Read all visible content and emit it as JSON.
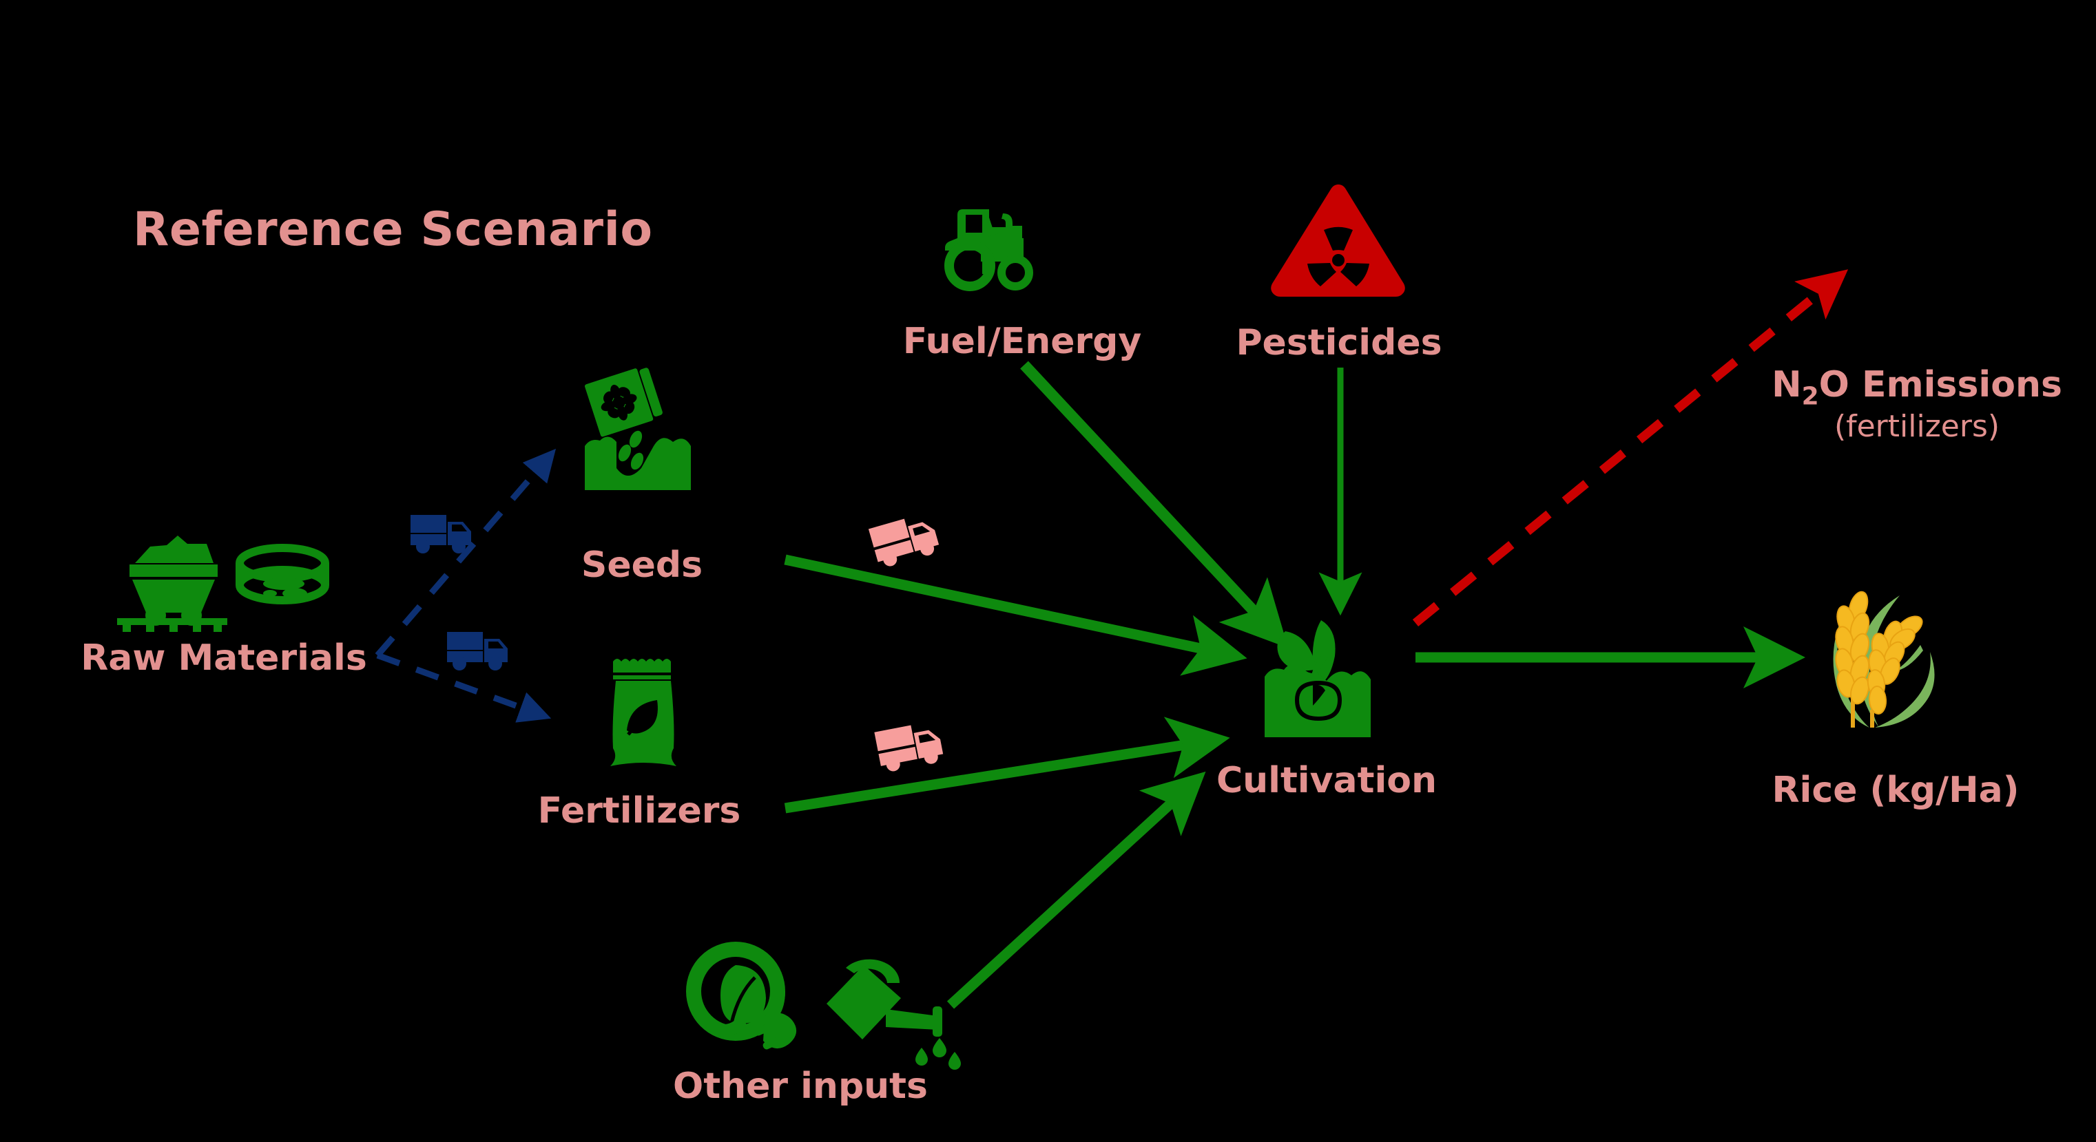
{
  "title": "Reference Scenario",
  "colors": {
    "background": "#000000",
    "label_pink": "#E2918F",
    "icon_green": "#0E8A0E",
    "arrow_green": "#0E8A0E",
    "arrow_blue": "#0D3072",
    "arrow_red": "#CC0000",
    "truck_pink": "#F79E9C",
    "pesticide_red": "#C80000",
    "rice_gold": "#F5B921",
    "rice_leaf_green": "#7AB55C"
  },
  "nodes": [
    {
      "id": "raw-materials",
      "label": "Raw Materials",
      "icon": "mining-cart-and-quarry-icon"
    },
    {
      "id": "seeds",
      "label": "Seeds",
      "icon": "seed-packet-sowing-icon"
    },
    {
      "id": "fertilizers",
      "label": "Fertilizers",
      "icon": "fertilizer-bag-icon"
    },
    {
      "id": "fuel-energy",
      "label": "Fuel/Energy",
      "icon": "tractor-icon"
    },
    {
      "id": "pesticides",
      "label": "Pesticides",
      "icon": "hazard-radiation-triangle-icon"
    },
    {
      "id": "cultivation",
      "label": "Cultivation",
      "icon": "seedling-in-soil-icon"
    },
    {
      "id": "other-inputs",
      "label": "Other inputs",
      "icon": "eco-plug-and-watering-can-icon"
    },
    {
      "id": "rice-output",
      "label": "Rice (kg/Ha)",
      "icon": "rice-stalks-icon"
    },
    {
      "id": "n2o-emissions",
      "label": "N2O Emissions",
      "label_main": "N",
      "label_sub": "2",
      "label_rest": "O Emissions",
      "label_sub_note": "(fertilizers)",
      "icon": "none"
    }
  ],
  "transport_icons": [
    {
      "id": "truck-blue-upper",
      "name": "truck-icon",
      "color": "#0D3072"
    },
    {
      "id": "truck-blue-lower",
      "name": "truck-icon",
      "color": "#0D3072"
    },
    {
      "id": "truck-pink-upper",
      "name": "truck-icon",
      "color": "#F79E9C"
    },
    {
      "id": "truck-pink-lower",
      "name": "truck-icon",
      "color": "#F79E9C"
    }
  ],
  "edges": [
    {
      "from": "raw-materials",
      "to": "seeds",
      "style": "dashed",
      "color": "#0D3072"
    },
    {
      "from": "raw-materials",
      "to": "fertilizers",
      "style": "dashed",
      "color": "#0D3072"
    },
    {
      "from": "seeds",
      "to": "cultivation",
      "style": "solid",
      "color": "#0E8A0E"
    },
    {
      "from": "fertilizers",
      "to": "cultivation",
      "style": "solid",
      "color": "#0E8A0E"
    },
    {
      "from": "fuel-energy",
      "to": "cultivation",
      "style": "solid",
      "color": "#0E8A0E"
    },
    {
      "from": "pesticides",
      "to": "cultivation",
      "style": "solid",
      "color": "#0E8A0E"
    },
    {
      "from": "other-inputs",
      "to": "cultivation",
      "style": "solid",
      "color": "#0E8A0E"
    },
    {
      "from": "cultivation",
      "to": "rice-output",
      "style": "solid",
      "color": "#0E8A0E"
    },
    {
      "from": "cultivation",
      "to": "n2o-emissions",
      "style": "dashed",
      "color": "#CC0000"
    }
  ]
}
